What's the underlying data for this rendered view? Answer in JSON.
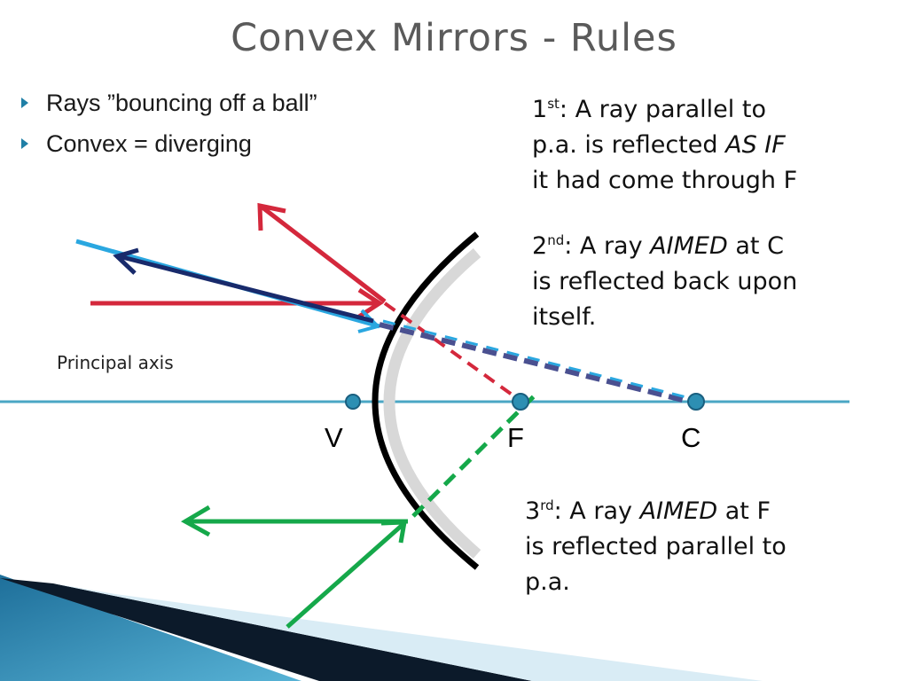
{
  "title": "Convex Mirrors - Rules",
  "bullets": [
    {
      "text": "Rays ”bouncing off a ball”"
    },
    {
      "text": "Convex = diverging"
    }
  ],
  "rules": [
    {
      "num": "1",
      "suffix": "st",
      "line1_rest": ": A ray parallel to",
      "line2_pre": "p.a. is reflected ",
      "line2_em": "AS IF",
      "line3": "it had come through F"
    },
    {
      "num": "2",
      "suffix": "nd",
      "line1_pre": ": A ray ",
      "line1_em": "AIMED",
      "line1_post": " at C",
      "line2": "is reflected back upon",
      "line3": "itself."
    },
    {
      "num": "3",
      "suffix": "rd",
      "line1_pre": ": A ray ",
      "line1_em": "AIMED",
      "line1_post": " at F",
      "line2": "is reflected parallel to",
      "line3": "p.a."
    }
  ],
  "diagram": {
    "axis_label": "Principal axis",
    "points": {
      "vertex": "V",
      "focal": "F",
      "center": "C"
    },
    "colors": {
      "axis": "#4aa6c4",
      "ray1": "#d4283c",
      "ray2_light": "#2aa7e0",
      "ray2_dark": "#182a6b",
      "ray2_dashed": "#4a5090",
      "ray3": "#15a84a",
      "mirror": "#000000",
      "mirror_face": "#d8d8d8",
      "accent": "#1f7fa6"
    }
  }
}
